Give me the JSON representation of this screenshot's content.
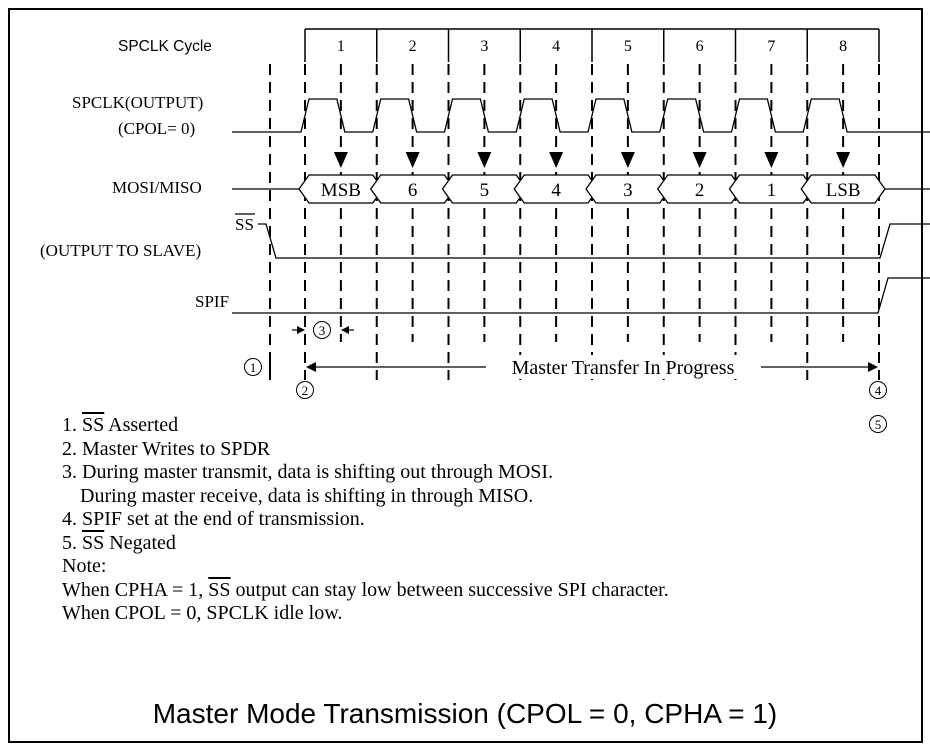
{
  "diagram": {
    "cycle_header_label": "SPCLK Cycle",
    "cycles": [
      "1",
      "2",
      "3",
      "4",
      "5",
      "6",
      "7",
      "8"
    ],
    "signals": {
      "spclk": {
        "label_line1": "SPCLK(OUTPUT)",
        "label_line2": "(CPOL= 0)"
      },
      "mosi_miso": {
        "label": "MOSI/MISO",
        "bits": [
          "MSB",
          "6",
          "5",
          "4",
          "3",
          "2",
          "1",
          "LSB"
        ]
      },
      "ss": {
        "label_line1": "SS",
        "label_line2": "(OUTPUT TO SLAVE)"
      },
      "spif": {
        "label": "SPIF"
      }
    },
    "markers": {
      "m1": "1",
      "m2": "2",
      "m3": "3",
      "m4": "4",
      "m5": "5"
    },
    "transfer_label": "Master Transfer In Progress"
  },
  "notes": {
    "n1_prefix": "1. ",
    "n1_ss": "SS",
    "n1_suffix": " Asserted",
    "n2": "2. Master Writes to SPDR",
    "n3a": "3. During master transmit, data is shifting out through MOSI.",
    "n3b": "During master receive, data is shifting in through MISO.",
    "n4": "4. SPIF set at the end of transmission.",
    "n5_prefix": "5. ",
    "n5_ss": "SS",
    "n5_suffix": " Negated",
    "note_label": "Note:",
    "w1_prefix": "When CPHA = 1, ",
    "w1_ss": "SS",
    "w1_suffix": " output can stay low between successive SPI character.",
    "w2": "When CPOL = 0, SPCLK idle low."
  },
  "caption": "Master Mode Transmission (CPOL = 0, CPHA = 1)"
}
